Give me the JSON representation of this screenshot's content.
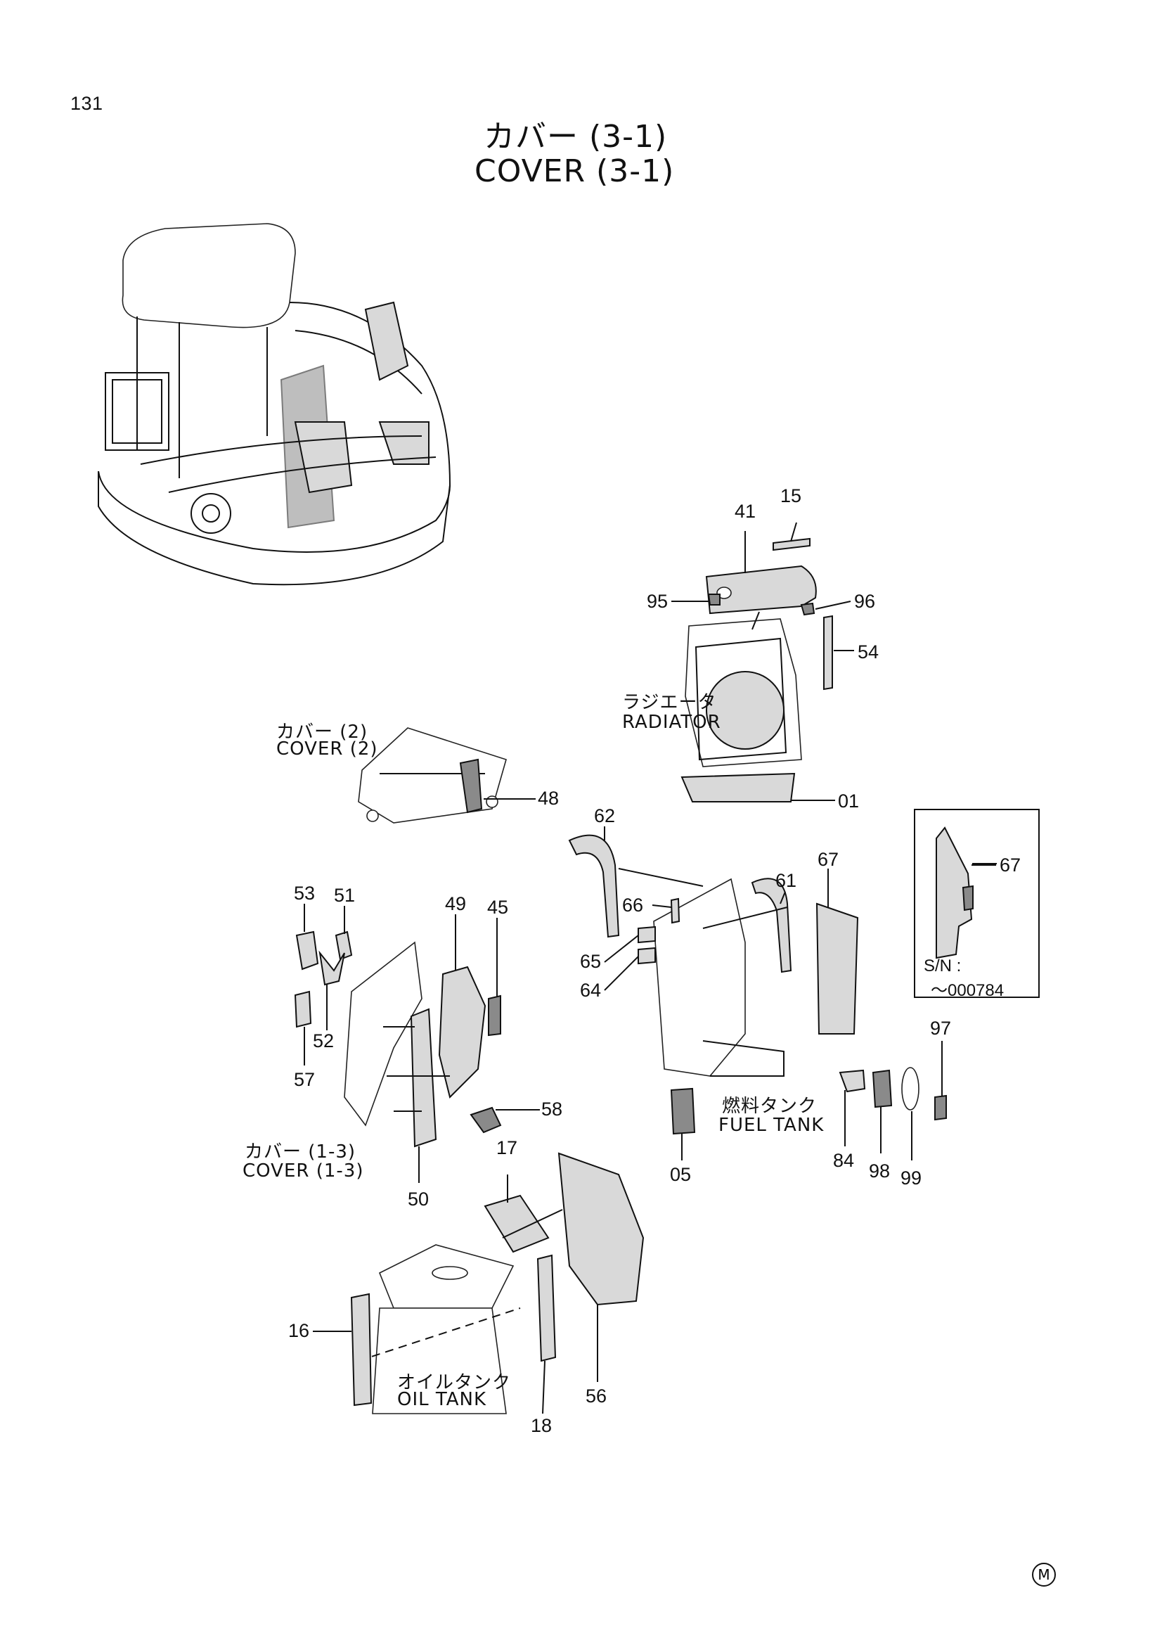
{
  "page_number": "131",
  "title_jp": "カバー (3-1)",
  "title_en": "COVER (3-1)",
  "captions": {
    "radiator_jp": "ラジエータ",
    "radiator_en": "RADIATOR",
    "cover2_jp": "カバー (2)",
    "cover2_en": "COVER (2)",
    "cover13_jp": "カバー (1-3)",
    "cover13_en": "COVER (1-3)",
    "fuel_tank_jp": "燃料タンク",
    "fuel_tank_en": "FUEL TANK",
    "oil_tank_jp": "オイルタンク",
    "oil_tank_en": "OIL TANK"
  },
  "inset": {
    "part": "67",
    "sn_label": "S/N :",
    "sn_range": "～000784"
  },
  "parts": {
    "p15": "15",
    "p41": "41",
    "p95": "95",
    "p96": "96",
    "p54": "54",
    "p48": "48",
    "p01": "01",
    "p62": "62",
    "p61": "61",
    "p67": "67",
    "p53": "53",
    "p51": "51",
    "p49": "49",
    "p45": "45",
    "p66": "66",
    "p65": "65",
    "p64": "64",
    "p52": "52",
    "p57": "57",
    "p58": "58",
    "p97": "97",
    "p05": "05",
    "p84": "84",
    "p98": "98",
    "p99": "99",
    "p50": "50",
    "p17": "17",
    "p16": "16",
    "p56": "56",
    "p18": "18"
  },
  "corner_mark": "M"
}
